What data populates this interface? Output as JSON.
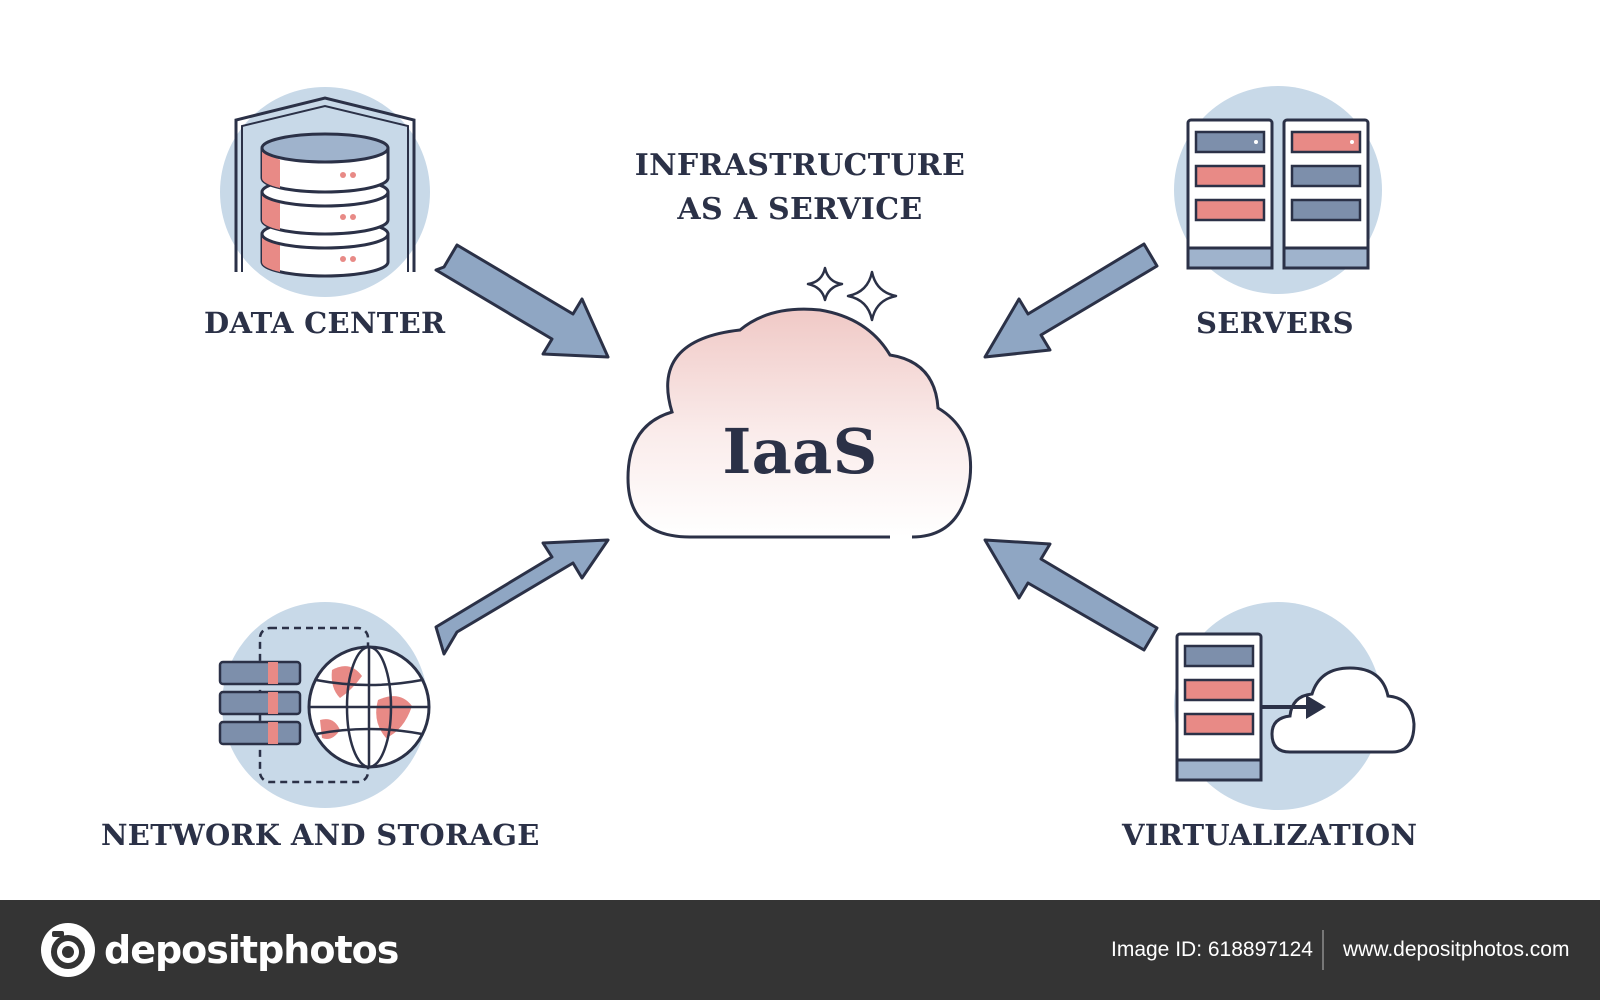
{
  "diagram": {
    "title_lines": [
      "INFRASTRUCTURE",
      "AS A SERVICE"
    ],
    "center_label": "IaaS",
    "nodes": {
      "data_center": "DATA CENTER",
      "servers": "SERVERS",
      "network_storage": "NETWORK AND STORAGE",
      "virtualization": "VIRTUALIZATION"
    }
  },
  "footer": {
    "brand": "depositphotos",
    "image_id": "Image ID: 618897124",
    "url": "www.depositphotos.com"
  },
  "colors": {
    "ink": "#2b3147",
    "arrow_fill": "#8fa6c3",
    "circle_bg": "#c8d9e8",
    "accent_red": "#e88a86",
    "steel": "#7d8fab",
    "footer_bg": "#343434"
  }
}
